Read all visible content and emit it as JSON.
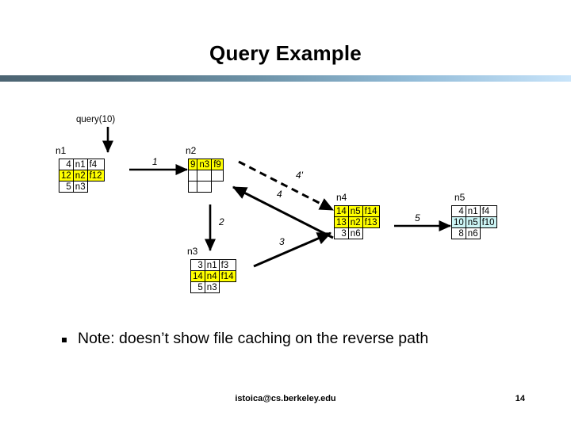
{
  "slide": {
    "title": "Query Example",
    "accent_color_dark": "#4c6472",
    "accent_color_light": "#c8e4fa",
    "highlight_yellow": "#ffff00",
    "highlight_cyan": "#ccf5f5"
  },
  "diagram": {
    "query_label": "query(10)",
    "nodes": [
      {
        "name": "n1",
        "label": "n1",
        "rows": [
          {
            "highlight": "none",
            "cells": [
              "4",
              "n1",
              "f4"
            ]
          },
          {
            "highlight": "yellow",
            "cells": [
              "12",
              "n2",
              "f12"
            ]
          },
          {
            "highlight": "none",
            "cells": [
              "5",
              "n3"
            ]
          }
        ]
      },
      {
        "name": "n2",
        "label": "n2",
        "rows": [
          {
            "highlight": "yellow",
            "cells": [
              "9",
              "n3",
              "f9"
            ]
          },
          {
            "highlight": "none",
            "cells": [
              "",
              "",
              ""
            ]
          },
          {
            "highlight": "none",
            "cells": [
              "",
              ""
            ]
          }
        ]
      },
      {
        "name": "n3",
        "label": "n3",
        "rows": [
          {
            "highlight": "none",
            "cells": [
              "3",
              "n1",
              "f3"
            ]
          },
          {
            "highlight": "yellow",
            "cells": [
              "14",
              "n4",
              "f14"
            ]
          },
          {
            "highlight": "none",
            "cells": [
              "5",
              "n3"
            ]
          }
        ]
      },
      {
        "name": "n4",
        "label": "n4",
        "rows": [
          {
            "highlight": "yellow",
            "cells": [
              "14",
              "n5",
              "f14"
            ]
          },
          {
            "highlight": "yellow",
            "cells": [
              "13",
              "n2",
              "f13"
            ]
          },
          {
            "highlight": "none",
            "cells": [
              "3",
              "n6"
            ]
          }
        ]
      },
      {
        "name": "n5",
        "label": "n5",
        "rows": [
          {
            "highlight": "none",
            "cells": [
              "4",
              "n1",
              "f4"
            ]
          },
          {
            "highlight": "cyan",
            "cells": [
              "10",
              "n5",
              "f10"
            ]
          },
          {
            "highlight": "none",
            "cells": [
              "8",
              "n6"
            ]
          }
        ]
      }
    ],
    "arrows": [
      {
        "id": "query-in",
        "label": "",
        "style": "solid",
        "from": "query(10)",
        "to": "n1"
      },
      {
        "id": "step-1",
        "label": "1",
        "style": "solid",
        "from": "n1",
        "to": "n2"
      },
      {
        "id": "step-2",
        "label": "2",
        "style": "solid",
        "from": "n2",
        "to": "n3"
      },
      {
        "id": "step-3",
        "label": "3",
        "style": "solid",
        "from": "n3",
        "to": "n4"
      },
      {
        "id": "step-4",
        "label": "4",
        "style": "solid",
        "from": "n4",
        "to": "n2"
      },
      {
        "id": "step-4prime",
        "label": "4'",
        "style": "dashed",
        "from": "n2",
        "to": "n4"
      },
      {
        "id": "step-5",
        "label": "5",
        "style": "solid",
        "from": "n4",
        "to": "n5"
      }
    ]
  },
  "note": {
    "text": "Note: doesn’t show file caching on the reverse path"
  },
  "footer": {
    "email": "istoica@cs.berkeley.edu",
    "page_number": "14"
  }
}
